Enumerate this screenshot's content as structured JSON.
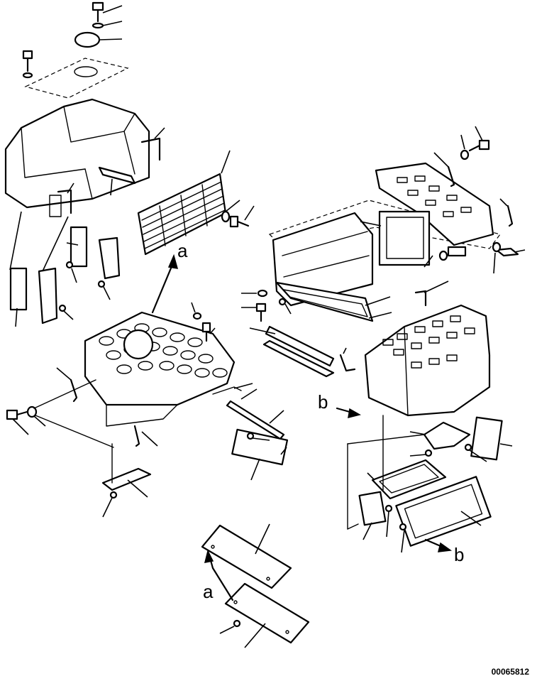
{
  "labels": {
    "a_grille": "a",
    "a_bottom": "a",
    "b_left": "b",
    "b_right": "b"
  },
  "figure_number": "00065812"
}
